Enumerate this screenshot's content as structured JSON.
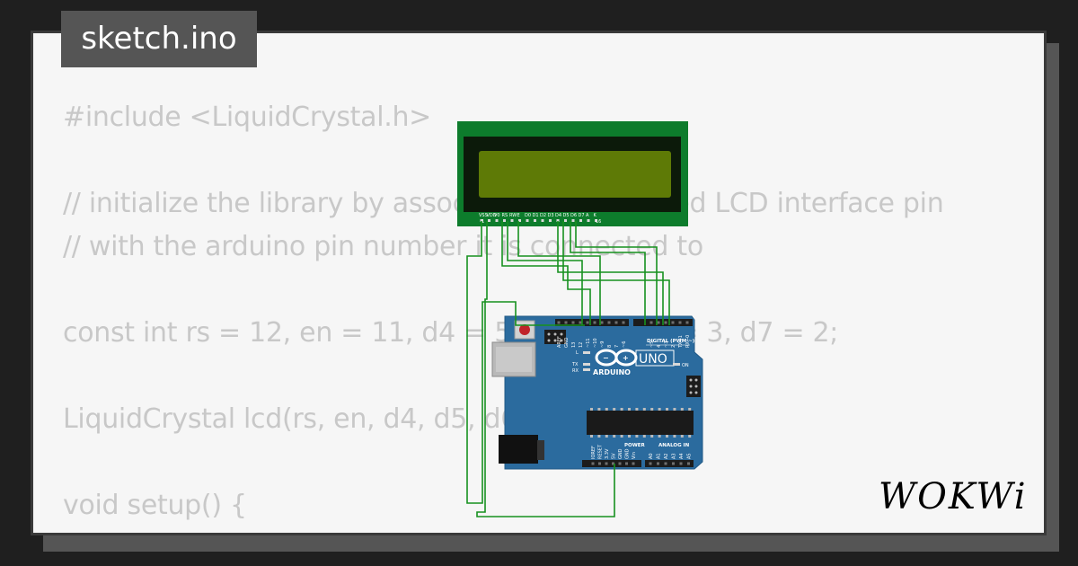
{
  "file_tab": {
    "label": "sketch.ino"
  },
  "code_lines": [
    "#include <LiquidCrystal.h>",
    "",
    "// initialize the library by associating any needed LCD interface pin",
    "// with the arduino pin number it is connected to",
    "",
    "const int rs = 12, en = 11, d4 = 5, d5 = 4, d6 = 3, d7 = 2;",
    "",
    "LiquidCrystal lcd(rs, en, d4, d5, d6, d7);",
    "",
    "void setup() {"
  ],
  "lcd": {
    "pin_labels": [
      "VSS",
      "VDD",
      "V0",
      "RS",
      "RW",
      "E",
      "D0",
      "D1",
      "D2",
      "D3",
      "D4",
      "D5",
      "D6",
      "D7",
      "A",
      "K"
    ],
    "pin_numbers": [
      "1",
      "16"
    ]
  },
  "arduino": {
    "model": "UNO",
    "brand": "ARDUINO",
    "digital_label": "DIGITAL (PWM ~)",
    "power_label": "POWER",
    "analog_label": "ANALOG IN",
    "on_label": "ON",
    "led_labels": [
      "L",
      "TX",
      "RX"
    ],
    "top_header_pins": [
      "AREF",
      "GND",
      "13",
      "12",
      "~11",
      "~10",
      "~9",
      "8",
      "7",
      "~6",
      "~5",
      "4",
      "~3",
      "2",
      "TX→1",
      "RX←0"
    ],
    "power_pins": [
      "IOREF",
      "RESET",
      "3.3V",
      "5V",
      "GND",
      "GND",
      "Vin"
    ],
    "analog_pins": [
      "A0",
      "A1",
      "A2",
      "A3",
      "A4",
      "A5"
    ]
  },
  "brand_logo": {
    "text": "WOKWi"
  },
  "colors": {
    "background": "#1f1f1f",
    "card": "#f6f6f6",
    "code_text": "#c8c8c8",
    "tab_bg": "#555555",
    "lcd_board": "#0d7c2c",
    "lcd_screen": "#5e7a06",
    "arduino_board": "#2b6b9e",
    "wire": "#17911f"
  }
}
